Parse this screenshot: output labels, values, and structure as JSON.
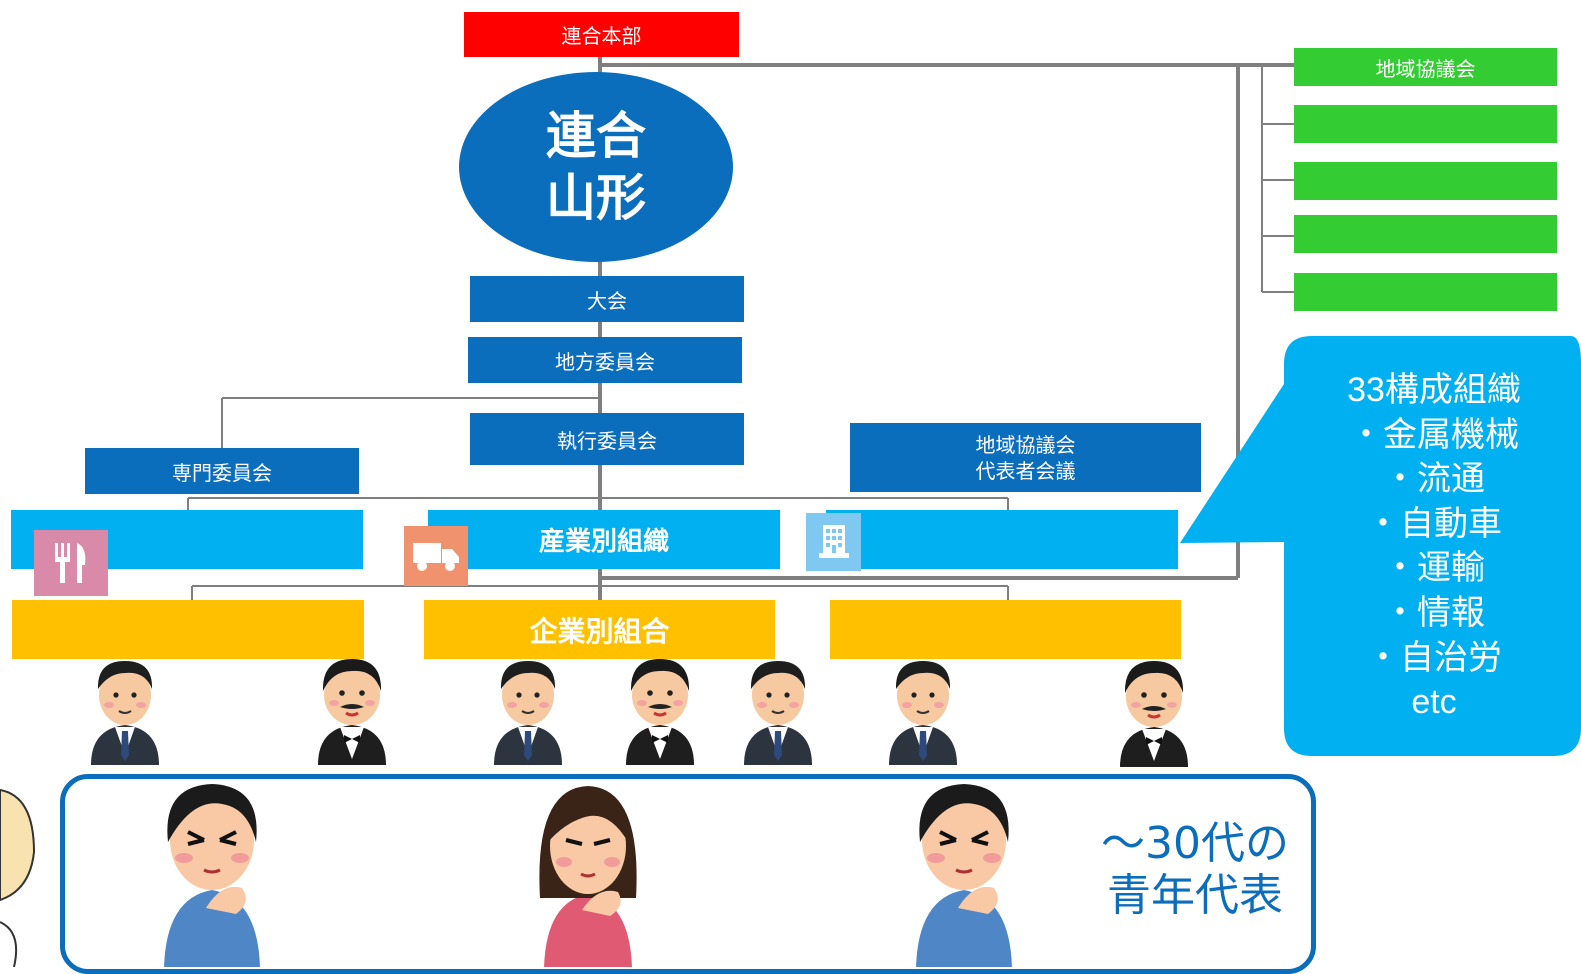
{
  "top_box": "連合本部",
  "org_name": [
    "連合",
    "山形"
  ],
  "regional": {
    "label": "地域協議会",
    "extra_boxes": 4
  },
  "chain": {
    "taikai": "大会",
    "chiho": "地方委員会",
    "shikko": "執行委員会"
  },
  "senmon": "専門委員会",
  "chiiki_daihyo": [
    "地域協議会",
    "代表者会議"
  ],
  "sangyo": "産業別組織",
  "kigyo": "企業別組合",
  "bubble": [
    "33構成組織",
    "・金属機械",
    "・流通",
    "・自動車",
    "・運輸",
    "・情報",
    "・自治労",
    "etc"
  ],
  "youth": [
    "～30代の",
    "青年代表"
  ],
  "icons": [
    "fork-knife-icon",
    "truck-icon",
    "office-building-icon"
  ],
  "colors": {
    "red": "#ff0000",
    "green": "#33cc33",
    "dark_blue": "#0a6ebd",
    "light_blue": "#00b0f0",
    "yellow": "#ffc000"
  }
}
